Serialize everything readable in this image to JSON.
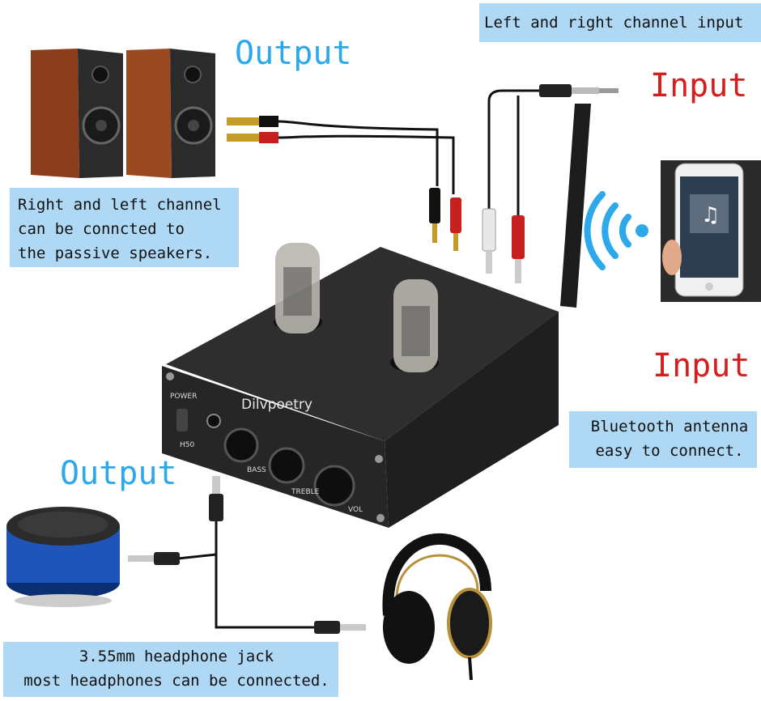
{
  "callouts": {
    "top_right": "Left and right channel input",
    "speakers": "Right and left channel\ncan be conncted to\nthe passive speakers.",
    "bluetooth": "Bluetooth antenna\neasy to connect.",
    "headphone": "3.55mm headphone jack\nmost headphones can be connected."
  },
  "labels": {
    "output_top": "Output",
    "input_top": "Input",
    "input_bluetooth": "Input",
    "output_bottom": "Output"
  },
  "amp": {
    "brand": "Dilvpoetry",
    "power_label": "POWER",
    "model": "H50",
    "knobs": [
      "BASS",
      "TREBLE",
      "VOL"
    ]
  },
  "colors": {
    "callout_bg": "#aed8f4",
    "output_label": "#2da8ea",
    "input_label": "#d51f1f"
  },
  "icons": [
    "bookshelf-speaker-icon",
    "bluetooth-speaker-icon",
    "smartphone-icon",
    "bluetooth-signal-icon",
    "headphones-icon",
    "rca-plug-icon",
    "aux-jack-icon"
  ]
}
